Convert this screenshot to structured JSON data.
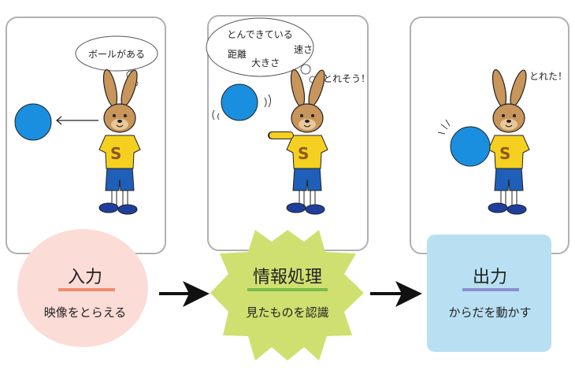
{
  "panels": [
    {
      "thought": "ボールがある"
    },
    {
      "thought_title": "とんできている",
      "thought_items": [
        "距離",
        "速さ",
        "大きさ"
      ],
      "speech": "とれそう！"
    },
    {
      "speech": "とれた！"
    }
  ],
  "steps": [
    {
      "title": "入力",
      "subtitle": "映像をとらえる",
      "underline": "#f08a6a",
      "fill": "#fcdcd6"
    },
    {
      "title": "情報処理",
      "subtitle": "見たものを認識",
      "underline": "#7cba4a",
      "fill": "#cfe070"
    },
    {
      "title": "出力",
      "subtitle": "からだを動かす",
      "underline": "#8a8fd0",
      "fill": "#b8e0f2"
    }
  ],
  "colors": {
    "ball": "#1a8fe0",
    "rabbit": "#c8955a",
    "shirt": "#f5d020",
    "shorts": "#1f5fb8"
  }
}
